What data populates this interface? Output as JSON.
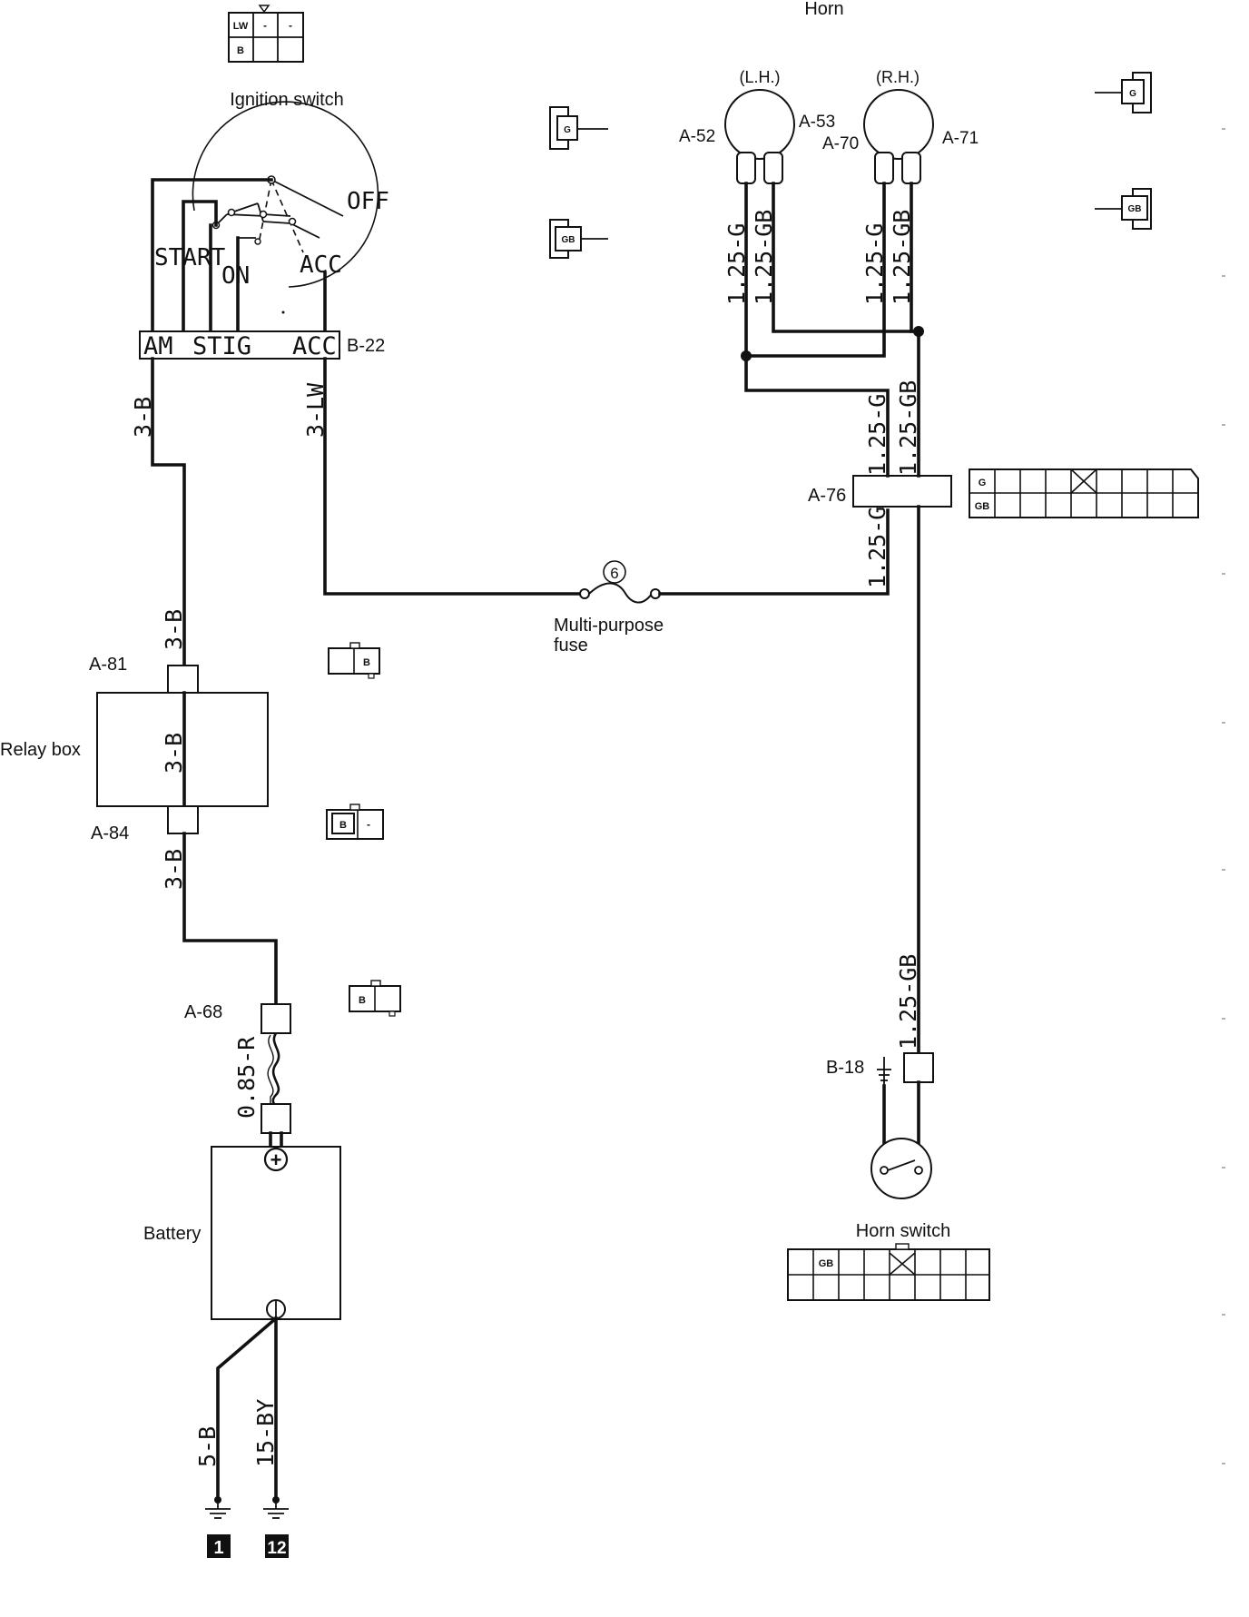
{
  "components": {
    "ignition_switch": "Ignition switch",
    "horn": "Horn",
    "horn_lh": "(L.H.)",
    "horn_rh": "(R.H.)",
    "relay_box": "Relay box",
    "battery": "Battery",
    "multi_purpose_fuse_line1": "Multi-purpose",
    "multi_purpose_fuse_line2": "fuse",
    "fuse_number": "6",
    "horn_switch": "Horn switch"
  },
  "ignition_positions": {
    "off": "OFF",
    "start": "START",
    "on": "ON",
    "acc": "ACC"
  },
  "ignition_terminals": {
    "am": "AM",
    "stig": "STIG",
    "acc": "ACC"
  },
  "connectors": {
    "b22": "B-22",
    "a52": "A-52",
    "a53": "A-53",
    "a70": "A-70",
    "a71": "A-71",
    "a76": "A-76",
    "a81": "A-81",
    "a84": "A-84",
    "a68": "A-68",
    "b18": "B-18"
  },
  "wires": {
    "w_3b_top": "3-B",
    "w_3lw": "3-LW",
    "w_3b_a81": "3-B",
    "w_3b_relay": "3-B",
    "w_3b_a84": "3-B",
    "w_085r": "0.85-R",
    "w_5b": "5-B",
    "w_15by": "15-BY",
    "w_lh_g": "1.25-G",
    "w_lh_gb": "1.25-GB",
    "w_rh_g": "1.25-G",
    "w_rh_gb": "1.25-GB",
    "w_a76_g_up": "1.25-G",
    "w_a76_gb_up": "1.25-GB",
    "w_a76_g_down": "1.25-G",
    "w_horn_switch_gb": "1.25-GB"
  },
  "terminal_codes": {
    "lw": "LW",
    "b": "B",
    "dash": "-",
    "g": "G",
    "gb": "GB"
  },
  "polarity": {
    "plus": "+"
  },
  "ground_points": {
    "g1": "1",
    "g12": "12"
  }
}
